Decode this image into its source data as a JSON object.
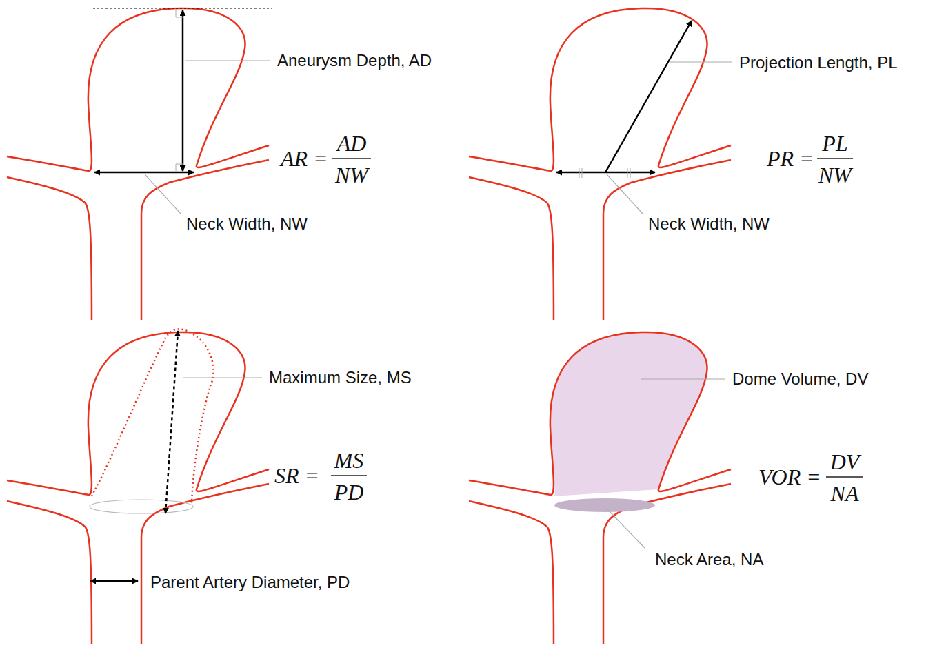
{
  "diagram": {
    "labels": [
      "Aneurysm Depth, AD",
      "AR =",
      "AD",
      "NW",
      "Neck Width, NW",
      "Projection Length, PL",
      "PR =",
      "PL",
      "NW",
      "Neck Width, NW",
      "Maximum Size, MS",
      "SR =",
      "MS",
      "PD",
      "Parent Artery Diameter, PD",
      "Dome Volume, DV",
      "VOR =",
      "DV",
      "NA",
      "Neck Area, NA"
    ]
  }
}
